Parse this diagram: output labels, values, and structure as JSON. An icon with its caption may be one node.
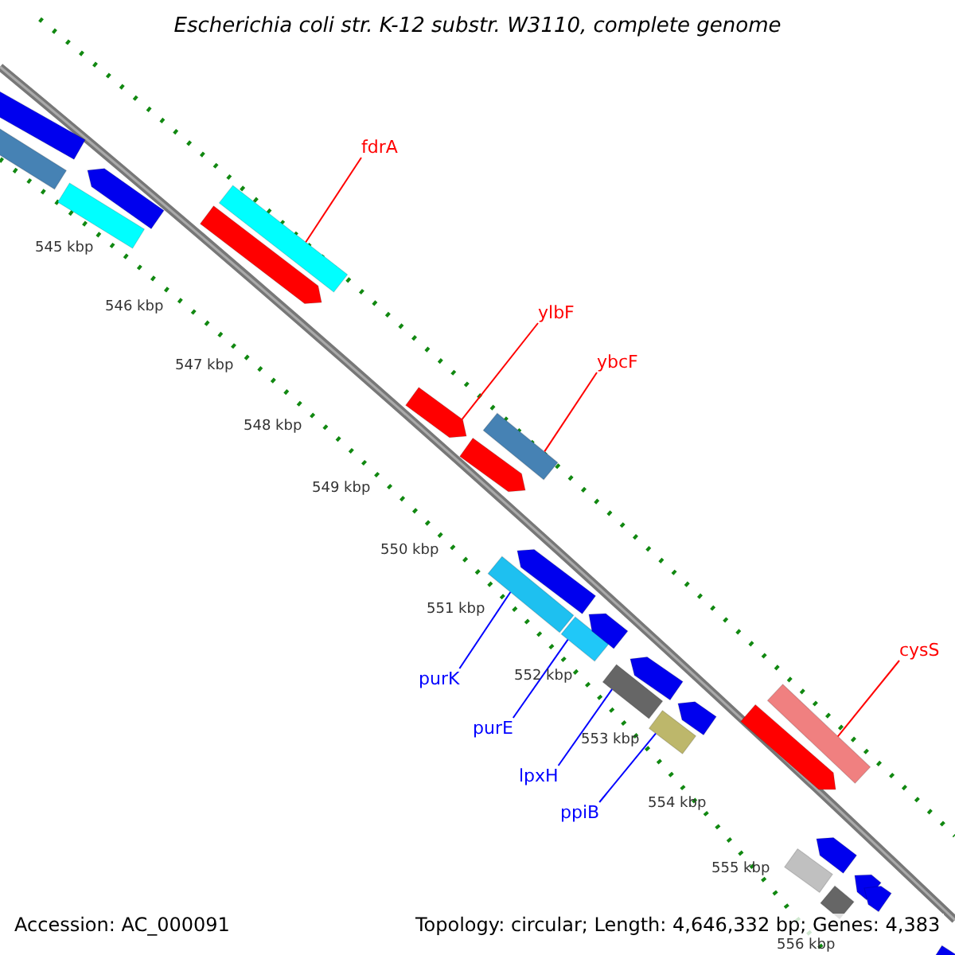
{
  "diagram": {
    "title": "Escherichia coli str. K-12 substr. W3110, complete genome",
    "nodes": [
      {
        "text": [
          "fdrA"
        ]
      },
      {
        "text": [],
        "shape": "bar"
      },
      {
        "text": [
          "ylbF"
        ]
      },
      {
        "text": [],
        "shape": "bar"
      },
      {
        "text": [
          "ybcF"
        ]
      },
      {
        "text": [],
        "shape": "bar"
      },
      {
        "text": [
          "cysS"
        ]
      },
      {
        "text": [],
        "shape": "bar"
      },
      {
        "text": [
          "purK"
        ]
      },
      {
        "text": [],
        "shape": "bar"
      },
      {
        "text": [
          "purE"
        ]
      },
      {
        "text": [],
        "shape": "bar"
      },
      {
        "text": [
          "lpxH"
        ]
      },
      {
        "text": [],
        "shape": "bar"
      },
      {
        "text": [
          "ppiB"
        ]
      },
      {
        "text": [],
        "shape": "bar"
      },
      {
        "text": [],
        "shape": "bar"
      },
      {
        "text": [],
        "shape": "bar"
      },
      {
        "text": [],
        "shape": "bar"
      },
      {
        "text": [],
        "shape": "bar"
      },
      {
        "text": [],
        "shape": "bar"
      },
      {
        "text": [],
        "shape": "bar"
      },
      {
        "text": [],
        "shape": "bar"
      },
      {
        "text": [],
        "shape": "bar"
      },
      {
        "text": [],
        "shape": "bar"
      },
      {
        "text": [],
        "shape": "bar"
      },
      {
        "text": [],
        "shape": "bar"
      },
      {
        "text": [],
        "shape": "bar"
      },
      {
        "text": [],
        "shape": "bar"
      },
      {
        "text": [],
        "shape": "bar"
      },
      {
        "text": [],
        "shape": "bar"
      },
      {
        "text": [],
        "shape": "bar"
      },
      {
        "text": [],
        "shape": "bar"
      }
    ],
    "edges": [
      {
        "from": 0,
        "to": 1,
        "arrow": "none"
      },
      {
        "from": 2,
        "to": 3,
        "arrow": "none"
      },
      {
        "from": 4,
        "to": 5,
        "arrow": "none"
      },
      {
        "from": 6,
        "to": 7,
        "arrow": "none"
      },
      {
        "from": 8,
        "to": 9,
        "arrow": "none",
        "color": "#0000ff"
      },
      {
        "from": 10,
        "to": 11,
        "arrow": "none",
        "color": "#0000ff"
      },
      {
        "from": 12,
        "to": 13,
        "arrow": "none",
        "color": "#0000ff"
      },
      {
        "from": 14,
        "to": 15,
        "arrow": "none",
        "color": "#0000ff"
      }
    ],
    "labels": [
      "545 kbp",
      "546 kbp",
      "547 kbp",
      "548 kbp",
      "549 kbp",
      "550 kbp",
      "551 kbp",
      "552 kbp",
      "553 kbp",
      "554 kbp",
      "555 kbp",
      "556 kbp",
      "Accession: AC_000091",
      "Topology: circular; Length: 4,646,332 bp; Genes: 4,383"
    ]
  }
}
